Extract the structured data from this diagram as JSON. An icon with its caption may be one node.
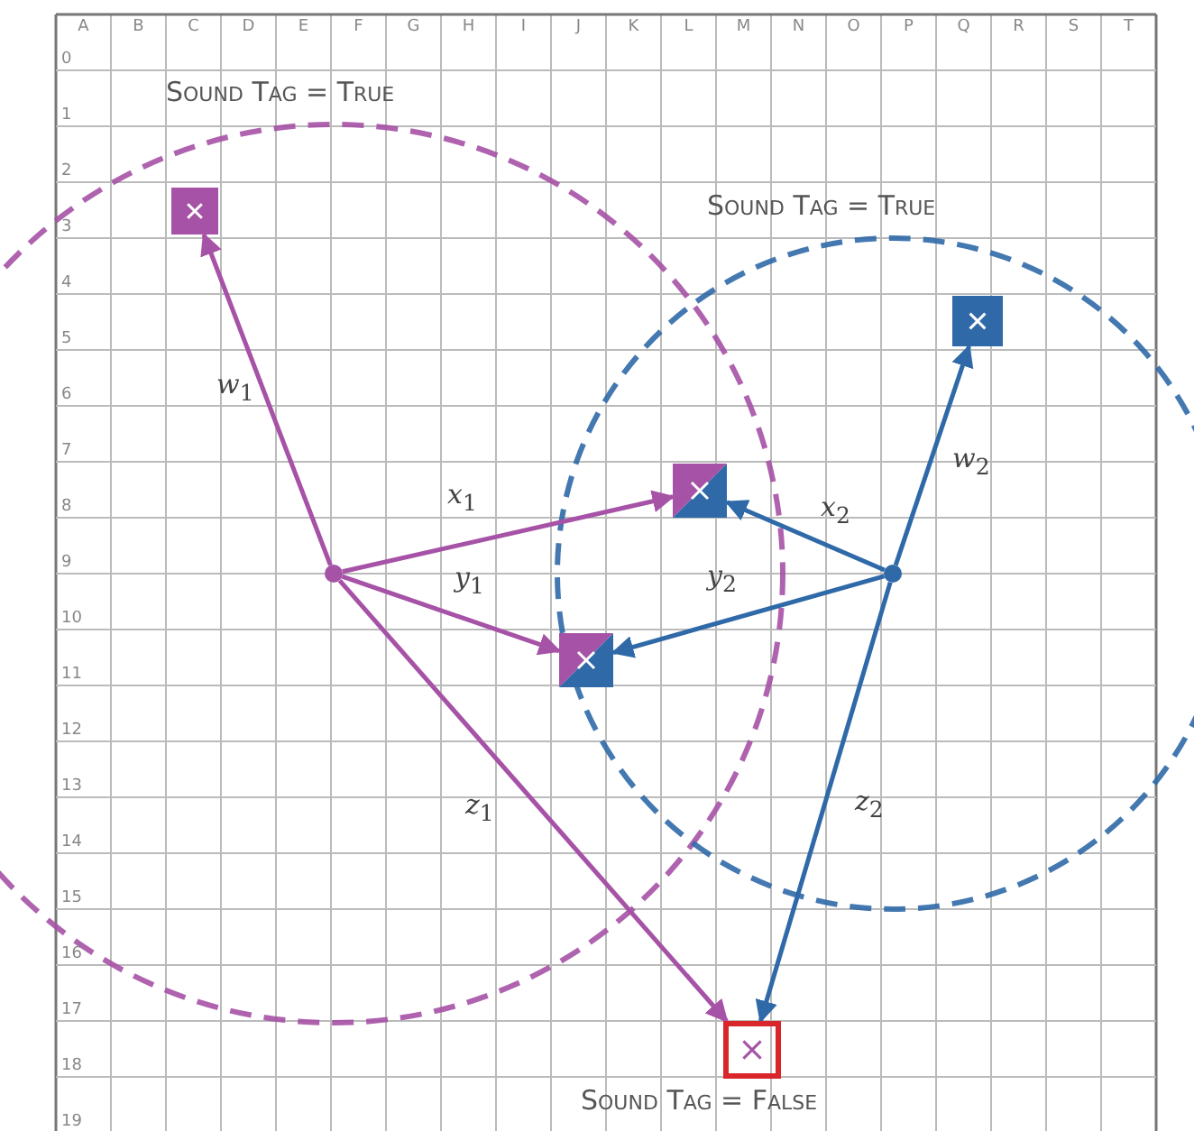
{
  "diagram": {
    "nodes": [
      {
        "text": [],
        "shape": "box"
      },
      {
        "text": [],
        "shape": "box"
      },
      {
        "text": [],
        "shape": "box"
      },
      {
        "text": [],
        "shape": "circle"
      },
      {
        "text": [],
        "shape": "circle"
      },
      {
        "text": [],
        "shape": "box"
      },
      {
        "text": [],
        "shape": "box",
        "beside": [
          "Sound Tag = False"
        ]
      }
    ],
    "edges": [
      {
        "from": 3,
        "to": 0,
        "arrow": "to",
        "label": "*w*$_{1}$"
      },
      {
        "from": 3,
        "to": 2,
        "arrow": "to",
        "label": "*x*$_{1}$"
      },
      {
        "from": 3,
        "to": 5,
        "arrow": "to",
        "label": "*y*$_{1}$"
      },
      {
        "from": 3,
        "to": 6,
        "arrow": "to",
        "label": "*z*$_{1}$"
      },
      {
        "from": 4,
        "to": 1,
        "arrow": "to",
        "label": "*w*$_{2}$",
        "color": "#2f69a8"
      },
      {
        "from": 4,
        "to": 2,
        "arrow": "to",
        "label": "*x*$_{2}$",
        "color": "#2f69a8"
      },
      {
        "from": 4,
        "to": 5,
        "arrow": "to",
        "label": "*y*$_{2}$",
        "color": "#2f69a8"
      },
      {
        "from": 4,
        "to": 6,
        "arrow": "to",
        "label": "*z*$_{2}$",
        "color": "#2f69a8"
      }
    ],
    "labels": [
      "A",
      "B",
      "C",
      "D",
      "E",
      "F",
      "G",
      "H",
      "I",
      "J",
      "K",
      "L",
      "M",
      "N",
      "O",
      "P",
      "Q",
      "R",
      "S",
      "T",
      "Sound Tag = True",
      "Sound Tag = True",
      "0",
      "1",
      "2",
      "3",
      "4",
      "5",
      "6",
      "7",
      "8",
      "9",
      "10",
      "11",
      "12",
      "13",
      "14",
      "15",
      "16",
      "17",
      "18",
      "19"
    ]
  }
}
